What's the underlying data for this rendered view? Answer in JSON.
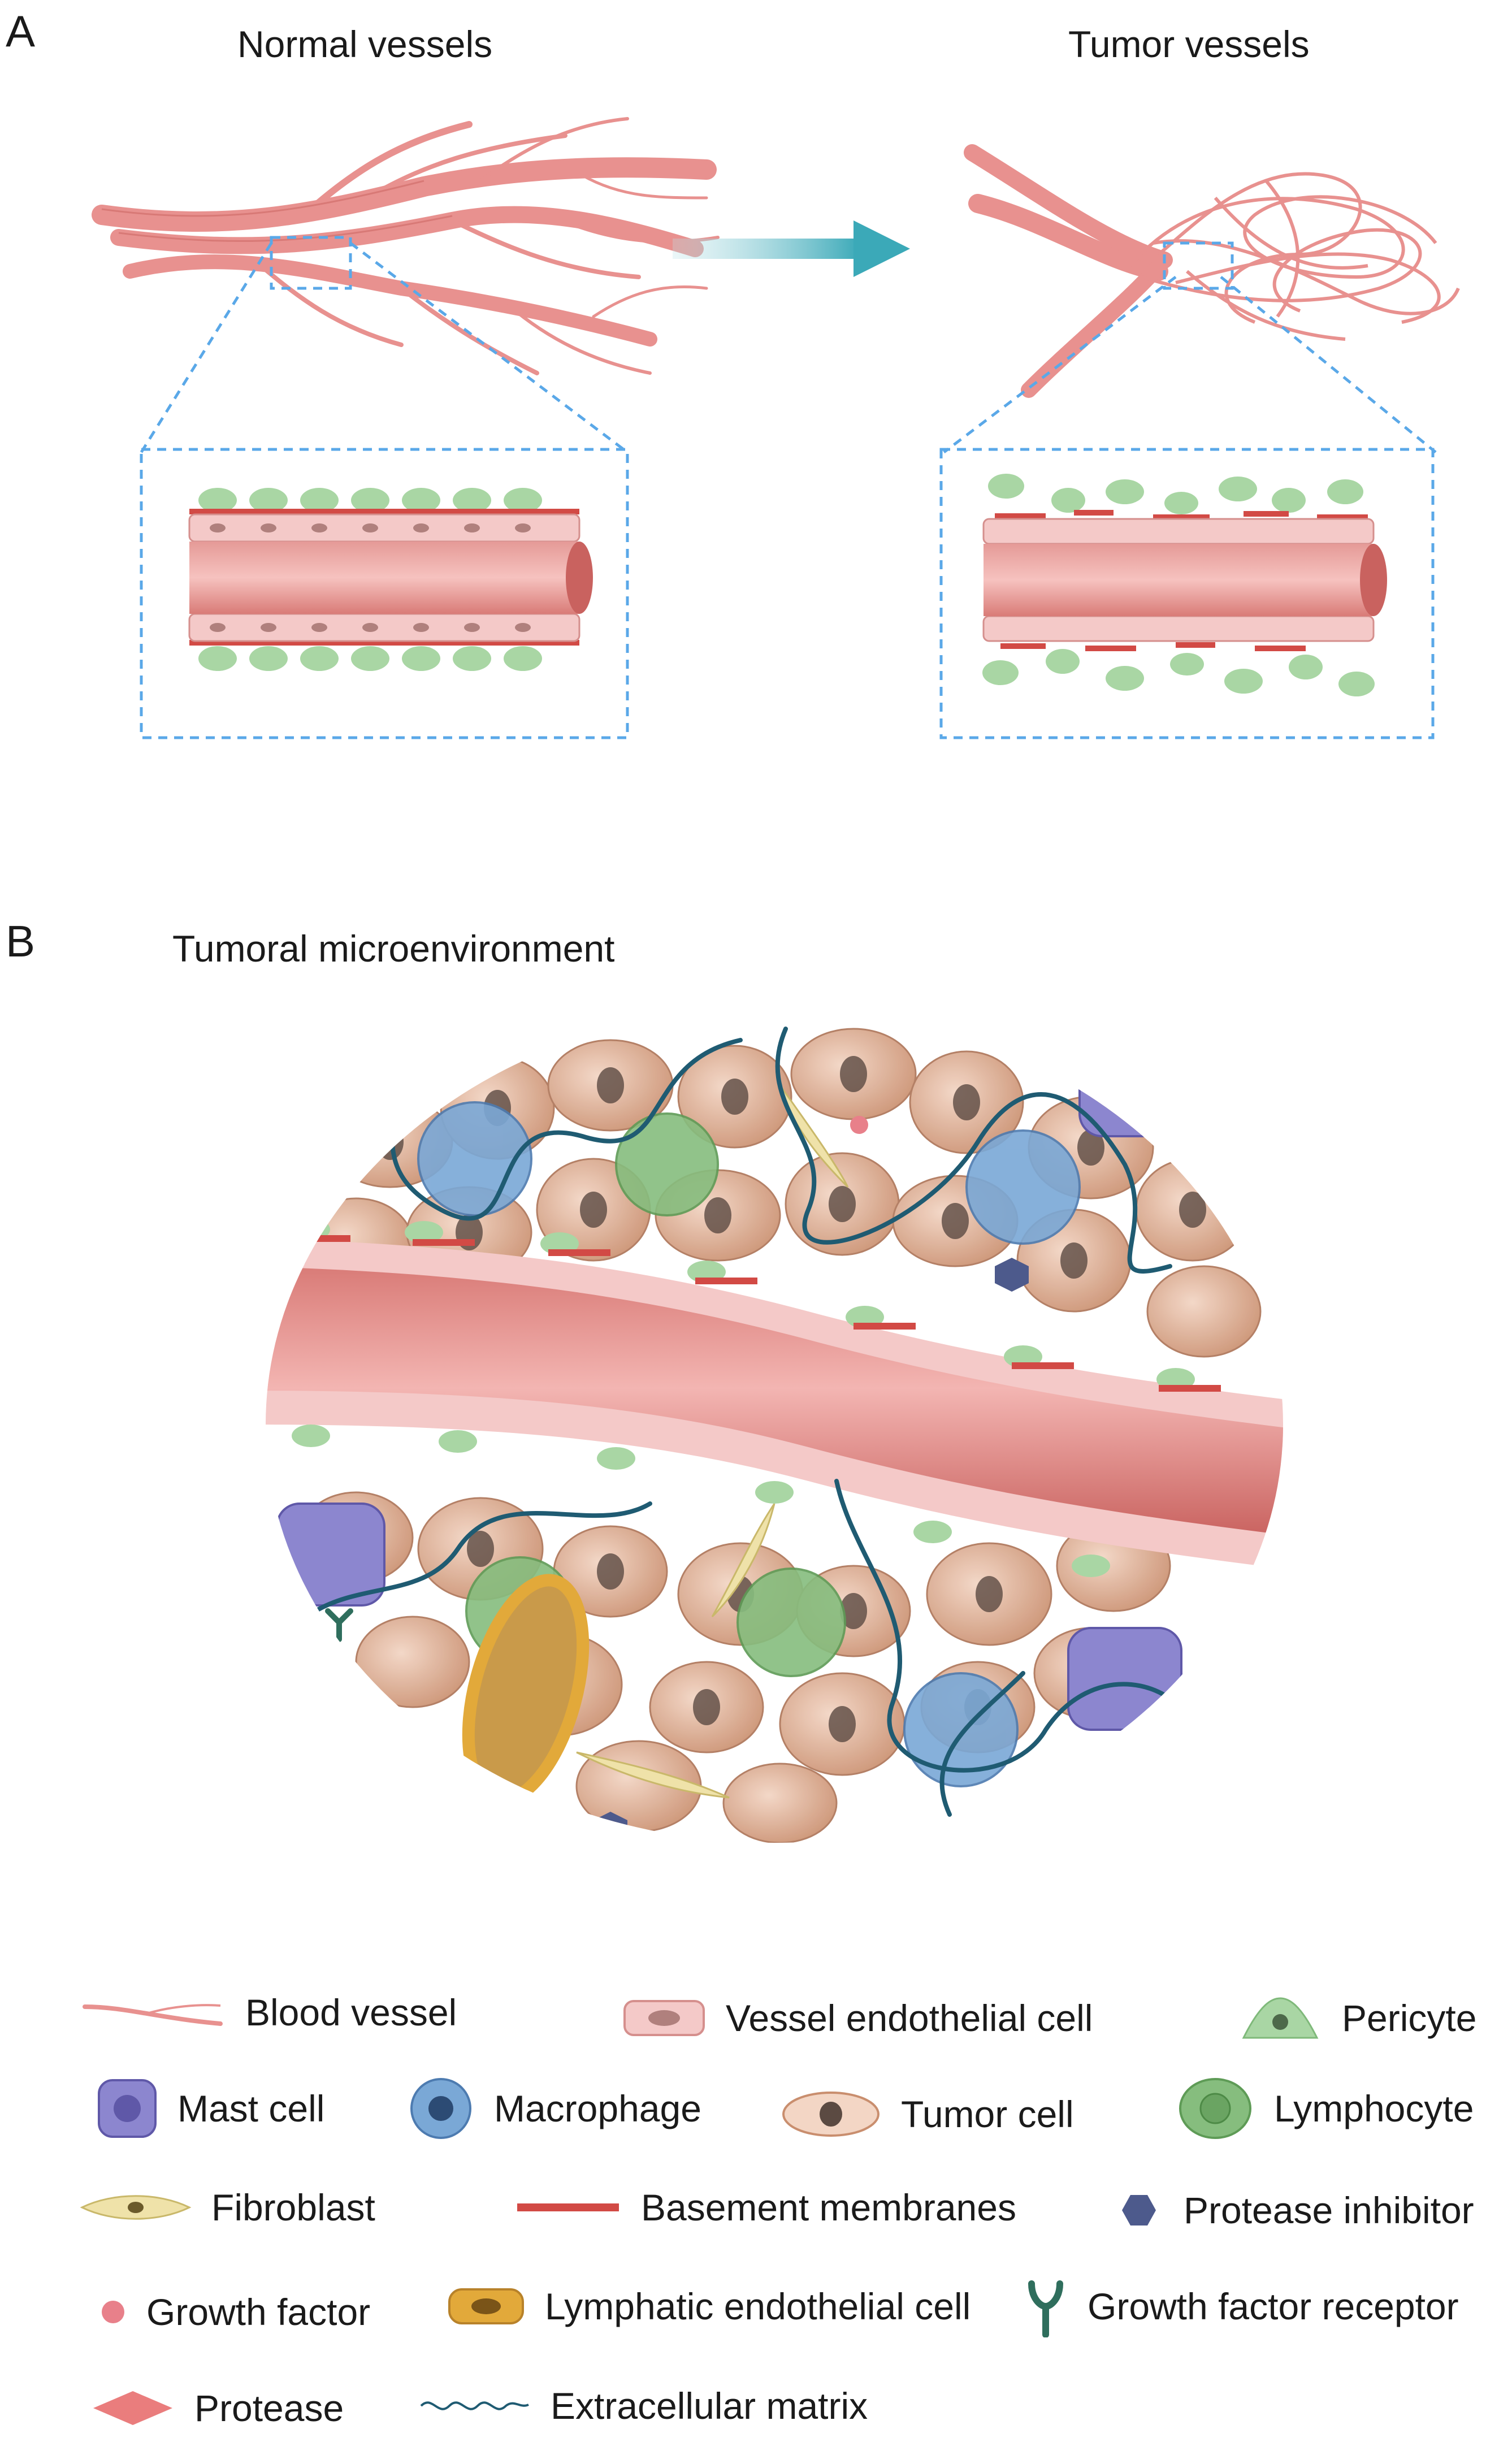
{
  "panel_a": {
    "letter": "A",
    "normal_title": "Normal vessels",
    "tumor_title": "Tumor vessels"
  },
  "panel_b": {
    "letter": "B",
    "title": "Tumoral microenvironment"
  },
  "legend": {
    "blood_vessel": "Blood vessel",
    "vessel_endothelial_cell": "Vessel endothelial cell",
    "pericyte": "Pericyte",
    "mast_cell": "Mast cell",
    "macrophage": "Macrophage",
    "tumor_cell": "Tumor cell",
    "lymphocyte": "Lymphocyte",
    "fibroblast": "Fibroblast",
    "basement_membranes": "Basement membranes",
    "protease_inhibitor": "Protease inhibitor",
    "growth_factor": "Growth factor",
    "lymphatic_endothelial_cell": "Lymphatic endothelial cell",
    "growth_factor_receptor": "Growth factor receptor",
    "protease": "Protease",
    "extracellular_matrix": "Extracellular matrix"
  },
  "colors": {
    "vessel": "#e8918f",
    "vessel_dark": "#c9625f",
    "endothelial": "#f4c9c8",
    "pericyte": "#a9d6a4",
    "mast_cell": "#8c86cf",
    "macrophage": "#7aa8d6",
    "tumor_cell": "#dcae93",
    "lymphocyte": "#86bd7e",
    "fibroblast": "#efe2a9",
    "basement_membrane": "#d24a45",
    "protease_inhibitor": "#4d5a8c",
    "growth_factor": "#e8808a",
    "lymphatic": "#e2a93a",
    "receptor": "#2f6e5d",
    "protease": "#ea7d7d",
    "ecm": "#1f5b72",
    "arrow": "#3ba9b8",
    "dash_box": "#5aa8e8"
  }
}
